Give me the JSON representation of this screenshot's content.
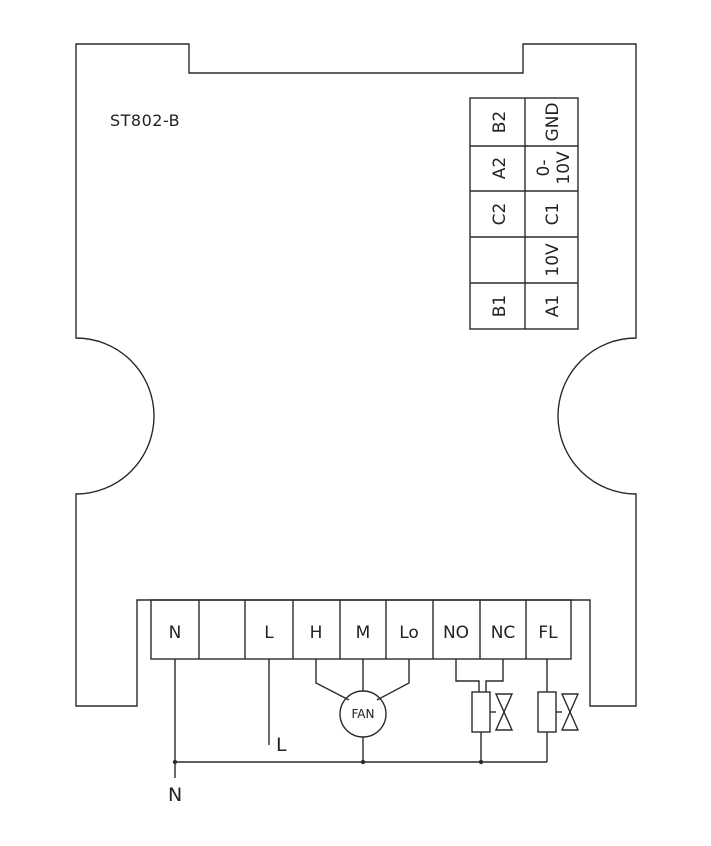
{
  "model": "ST802-B",
  "top_terminals": {
    "left_column": [
      "B2",
      "A2",
      "C2",
      "",
      "B1"
    ],
    "right_column": [
      "GND",
      "0-",
      "10V",
      "C1",
      "10V",
      "A1"
    ]
  },
  "bottom_terminals": [
    "N",
    "",
    "L",
    "H",
    "M",
    "Lo",
    "NO",
    "NC",
    "FL"
  ],
  "fan_label": "FAN",
  "line_label": "L",
  "neutral_label": "N"
}
